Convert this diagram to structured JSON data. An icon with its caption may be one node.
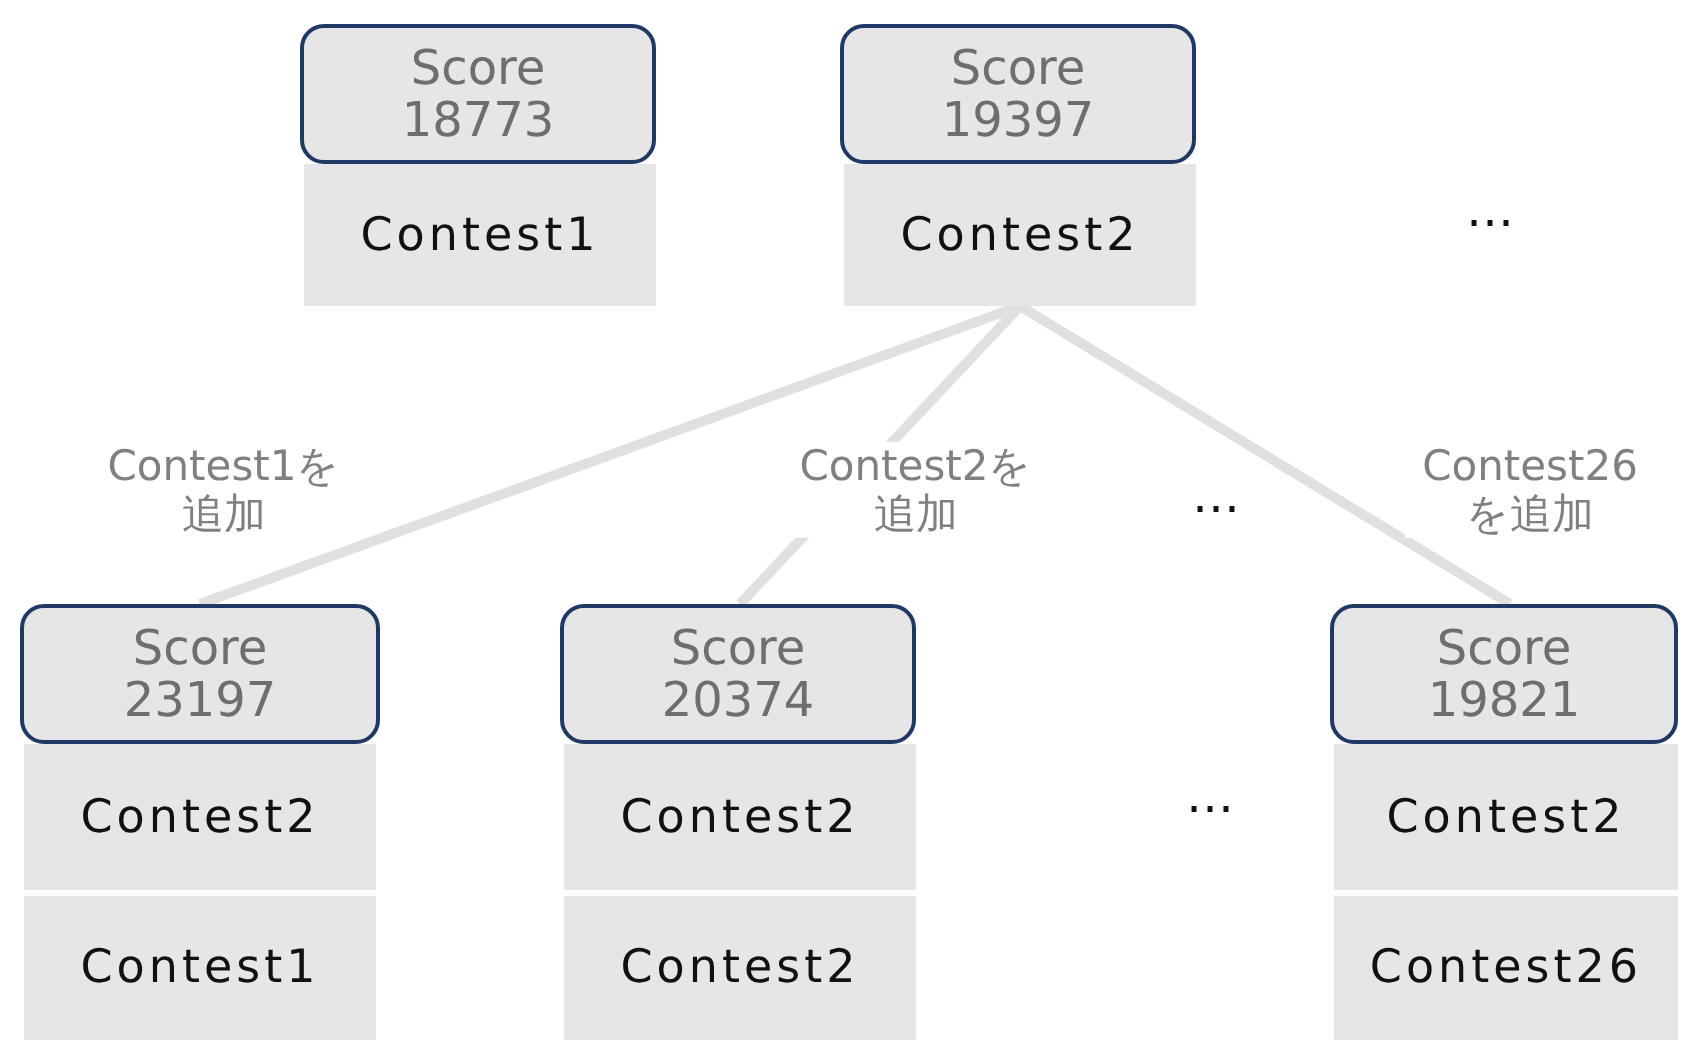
{
  "diagram": {
    "nodes": [
      {
        "text": [
          "Score 18773"
        ]
      },
      {
        "text": [
          "Contest1"
        ]
      },
      {
        "text": [
          "Score 19397"
        ]
      },
      {
        "text": [
          "Contest2"
        ]
      },
      {
        "text": [
          "Score 23197"
        ]
      },
      {
        "text": [
          "Contest2"
        ]
      },
      {
        "text": [
          "Contest1"
        ]
      },
      {
        "text": [
          "Score 20374"
        ]
      },
      {
        "text": [
          "Contest2"
        ]
      },
      {
        "text": [
          "Contest2"
        ]
      },
      {
        "text": [
          "Score 19821"
        ]
      },
      {
        "text": [
          "Contest2"
        ]
      },
      {
        "text": [
          "Contest26"
        ]
      }
    ],
    "edges": [
      {
        "from": 3,
        "to": 4,
        "arrow": "none",
        "label": "Contest1を追加"
      },
      {
        "from": 3,
        "to": 7,
        "arrow": "none",
        "label": "Contest2を追加"
      },
      {
        "from": 3,
        "to": 10,
        "arrow": "none",
        "label": "Contest26を追加"
      }
    ],
    "labels": [
      "…",
      "…",
      "…"
    ]
  }
}
